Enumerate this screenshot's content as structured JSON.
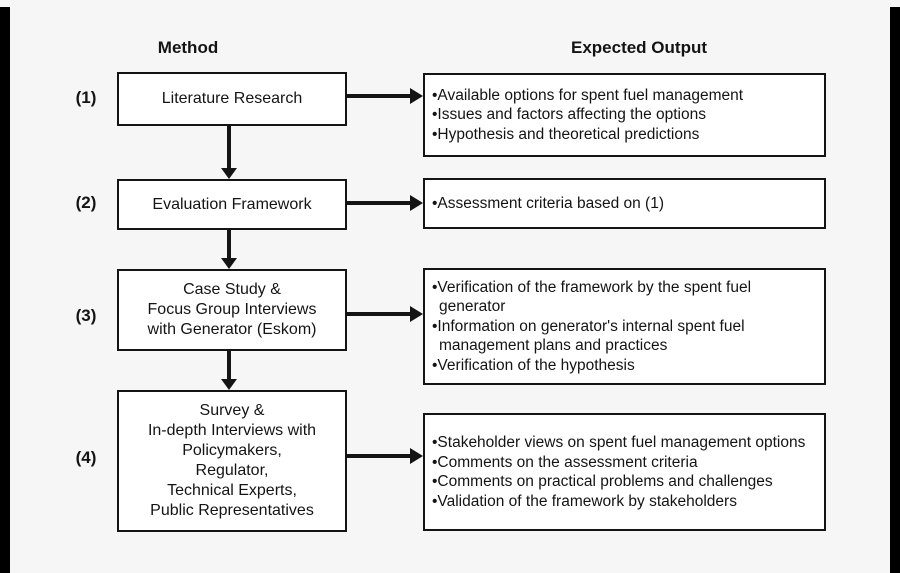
{
  "headers": {
    "method": "Method",
    "expected_output": "Expected Output"
  },
  "rows": [
    {
      "number": "(1)",
      "method_lines": [
        "Literature Research"
      ],
      "output_lines": [
        {
          "text": "•Available options for spent fuel management"
        },
        {
          "text": "•Issues and factors affecting the options"
        },
        {
          "text": "•Hypothesis and theoretical predictions"
        }
      ]
    },
    {
      "number": "(2)",
      "method_lines": [
        "Evaluation Framework"
      ],
      "output_lines": [
        {
          "text": "•Assessment criteria based on (1)"
        }
      ]
    },
    {
      "number": "(3)",
      "method_lines": [
        "Case Study &",
        "Focus Group Interviews",
        "with Generator (Eskom)"
      ],
      "output_lines": [
        {
          "text": "•Verification of the framework by the spent fuel"
        },
        {
          "text": "generator",
          "cont": true
        },
        {
          "text": "•Information on generator's internal spent fuel"
        },
        {
          "text": "management plans and practices",
          "cont": true
        },
        {
          "text": "•Verification of the hypothesis"
        }
      ]
    },
    {
      "number": "(4)",
      "method_lines": [
        "Survey &",
        "In-depth Interviews with",
        "Policymakers,",
        "Regulator,",
        "Technical Experts,",
        "Public Representatives"
      ],
      "output_lines": [
        {
          "text": "•Stakeholder views on spent fuel management options"
        },
        {
          "text": "•Comments on the assessment criteria"
        },
        {
          "text": "•Comments on practical problems and challenges"
        },
        {
          "text": "•Validation of the framework by stakeholders"
        }
      ]
    }
  ],
  "colors": {
    "background": "#f5f6f5",
    "box_fill": "#ffffff",
    "ink": "#141414",
    "edge_bar": "#000000"
  }
}
